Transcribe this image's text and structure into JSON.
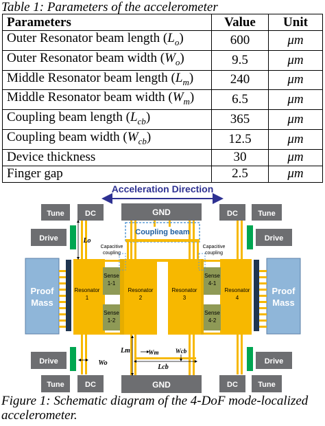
{
  "table": {
    "caption": "Table 1: Parameters of the accelerometer",
    "headers": [
      "Parameters",
      "Value",
      "Unit"
    ],
    "rows": [
      {
        "param": "Outer Resonator beam length (",
        "sym": "L",
        "sub": "o",
        "close": ")",
        "value": "600",
        "unit": "μm"
      },
      {
        "param": "Outer Resonator beam width (",
        "sym": "W",
        "sub": "o",
        "close": ")",
        "value": "9.5",
        "unit": "μm"
      },
      {
        "param": "Middle Resonator beam length (",
        "sym": "L",
        "sub": "m",
        "close": ")",
        "value": "240",
        "unit": "μm"
      },
      {
        "param": "Middle Resonator beam width (",
        "sym": "W",
        "sub": "m",
        "close": ")",
        "value": "6.5",
        "unit": "μm"
      },
      {
        "param": "Coupling beam length (",
        "sym": "L",
        "sub": "cb",
        "close": ")",
        "value": "365",
        "unit": "μm"
      },
      {
        "param": "Coupling beam width (",
        "sym": "W",
        "sub": "cb",
        "close": ")",
        "value": "12.5",
        "unit": "μm"
      },
      {
        "param": "Device thickness",
        "sym": "",
        "sub": "",
        "close": "",
        "value": "30",
        "unit": "μm"
      },
      {
        "param": "Finger gap",
        "sym": "",
        "sub": "",
        "close": "",
        "value": "2.5",
        "unit": "μm"
      }
    ]
  },
  "figure": {
    "direction_label": "Acceleration Direction",
    "gnd": "GND",
    "tune": "Tune",
    "dc": "DC",
    "drive": "Drive",
    "proof_mass_1": "Proof",
    "proof_mass_2": "Mass",
    "coupling_beam": "Coupling beam",
    "capacitive_1": "Capacitive",
    "capacitive_2": "coupling",
    "resonator": "Resonator",
    "res1": "1",
    "res2": "2",
    "res3": "3",
    "res4": "4",
    "sense": "Sense",
    "sense_11": "1-1",
    "sense_12": "1-2",
    "sense_41": "4-1",
    "sense_42": "4-2",
    "lo": "Lo",
    "lm": "Lm",
    "lcb": "Lcb",
    "wm": "Wm",
    "wcb": "Wcb",
    "wo": "Wo",
    "colors": {
      "grey": "#6d6e71",
      "yellow": "#f7b800",
      "olive": "#8f9a56",
      "navy": "#1f3550",
      "blue": "#5b9bd5",
      "green": "#00a651",
      "arrow": "#2e3192"
    }
  },
  "figure_caption": {
    "line1": "Figure 1: Schematic diagram of the 4-DoF mode-localized",
    "line2": "accelerometer."
  }
}
